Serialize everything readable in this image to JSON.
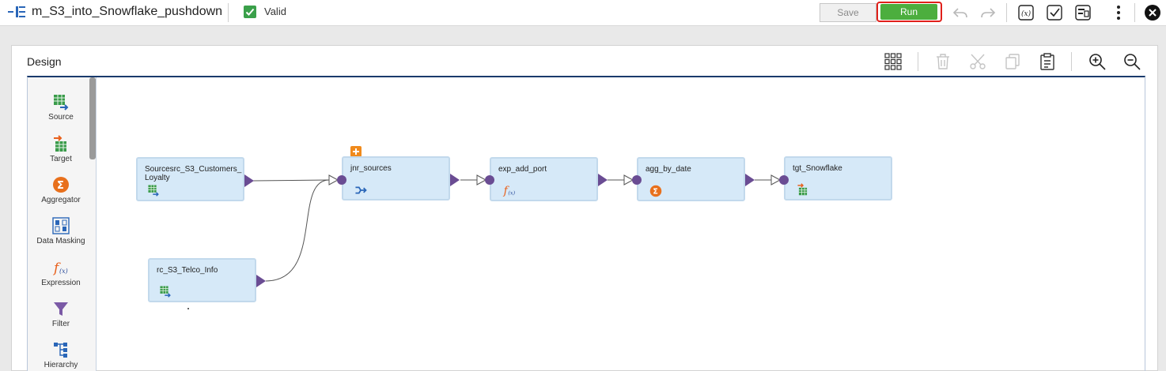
{
  "header": {
    "mapping_name": "m_S3_into_Snowflake_pushdown",
    "validation_status": "Valid",
    "save_label": "Save",
    "run_label": "Run"
  },
  "design": {
    "title": "Design",
    "toolbar_icons": [
      "arrange-grid-icon",
      "delete-icon",
      "cut-icon",
      "copy-icon",
      "paste-icon",
      "zoom-in-icon",
      "zoom-out-icon"
    ]
  },
  "palette": {
    "items": [
      {
        "label": "Source",
        "icon": "source-icon"
      },
      {
        "label": "Target",
        "icon": "target-icon"
      },
      {
        "label": "Aggregator",
        "icon": "aggregator-icon"
      },
      {
        "label": "Data Masking",
        "icon": "data-masking-icon"
      },
      {
        "label": "Expression",
        "icon": "expression-icon"
      },
      {
        "label": "Filter",
        "icon": "filter-icon"
      },
      {
        "label": "Hierarchy",
        "icon": "hierarchy-icon"
      }
    ]
  },
  "nodes": [
    {
      "id": "src1",
      "label": "Sourcesrc_S3_Customers_ Loyalty",
      "icon": "source-icon"
    },
    {
      "id": "src2",
      "label": "rc_S3_Telco_Info",
      "icon": "source-icon"
    },
    {
      "id": "jnr",
      "label": "jnr_sources",
      "icon": "joiner-icon"
    },
    {
      "id": "exp",
      "label": "exp_add_port",
      "icon": "expression-icon"
    },
    {
      "id": "agg",
      "label": "agg_by_date",
      "icon": "aggregator-icon"
    },
    {
      "id": "tgt",
      "label": "tgt_Snowflake",
      "icon": "target-icon"
    }
  ],
  "colors": {
    "run_green": "#4cae3e",
    "run_highlight": "#e0201a",
    "node_fill": "#d6e9f8",
    "port_purple": "#6a4c93",
    "valid_green": "#3aa04a"
  }
}
